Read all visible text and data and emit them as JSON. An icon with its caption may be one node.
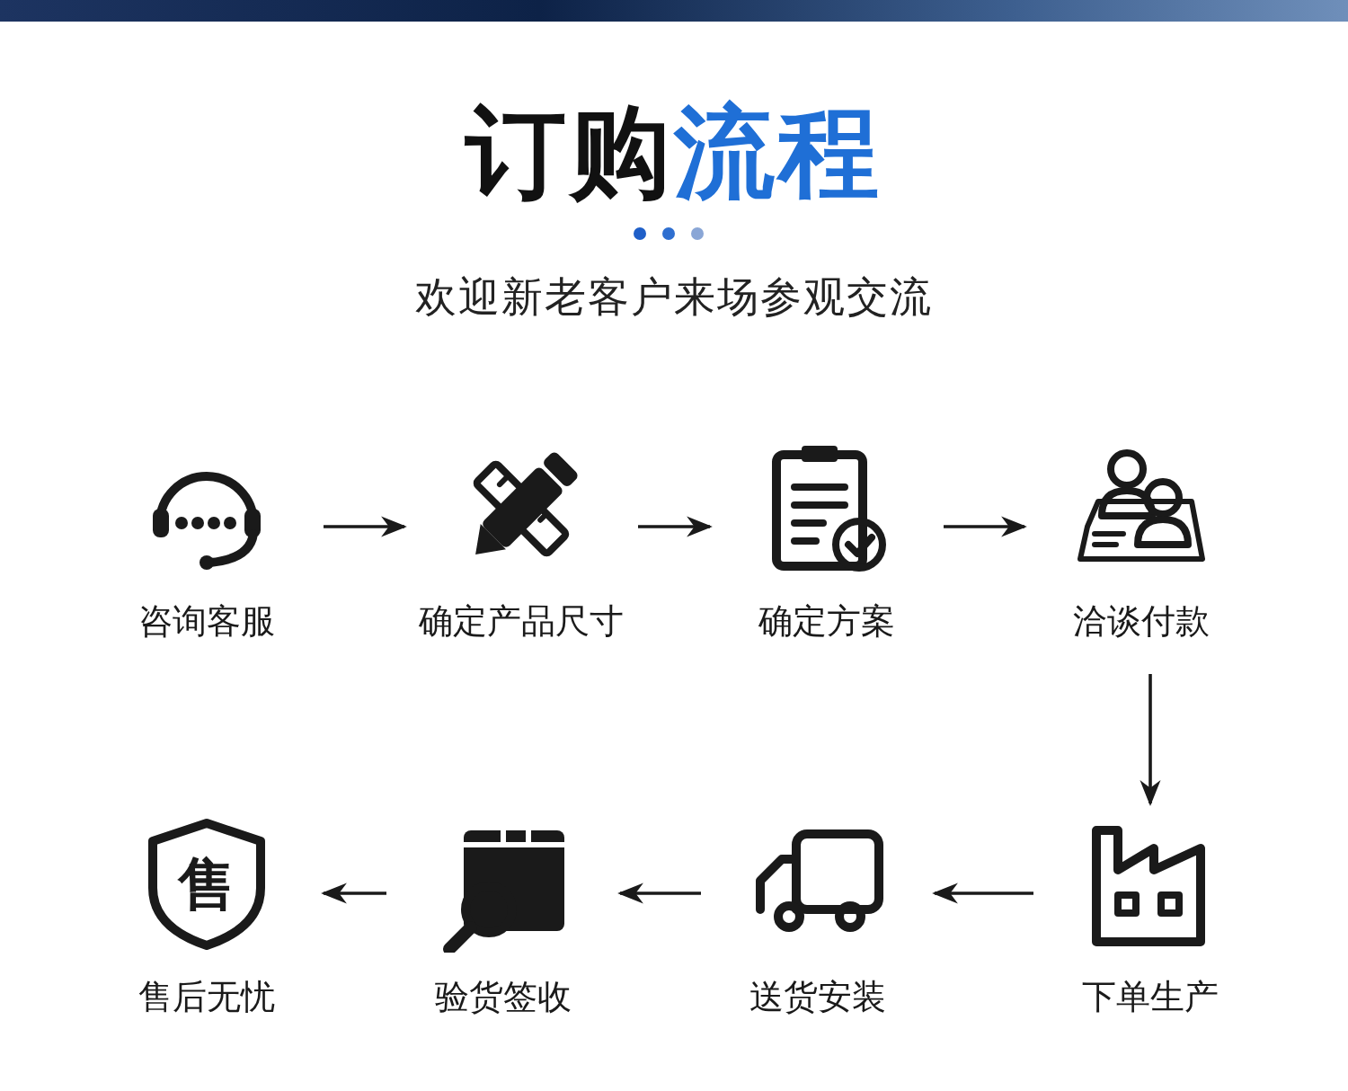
{
  "diagram": {
    "title": "订购流程",
    "nodes": [
      {
        "text": [
          "咨询客服"
        ]
      },
      {
        "text": [
          "确定产品尺寸"
        ]
      },
      {
        "text": [
          "确定方案"
        ]
      },
      {
        "text": [
          "洽谈付款"
        ]
      },
      {
        "text": [
          "下单生产"
        ]
      },
      {
        "text": [
          "送货安装"
        ]
      },
      {
        "text": [
          "验货签收"
        ]
      },
      {
        "text": [
          "售",
          "售后无忧"
        ]
      }
    ],
    "edges": [
      {
        "from": 0,
        "to": 1,
        "arrow": "to"
      },
      {
        "from": 1,
        "to": 2,
        "arrow": "to"
      },
      {
        "from": 2,
        "to": 3,
        "arrow": "to"
      },
      {
        "from": 3,
        "to": 4,
        "arrow": "to"
      },
      {
        "from": 4,
        "to": 5,
        "arrow": "to"
      },
      {
        "from": 5,
        "to": 6,
        "arrow": "to"
      },
      {
        "from": 6,
        "to": 7,
        "arrow": "to"
      }
    ],
    "labels": [
      "欢迎新老客户来场参观交流"
    ]
  }
}
